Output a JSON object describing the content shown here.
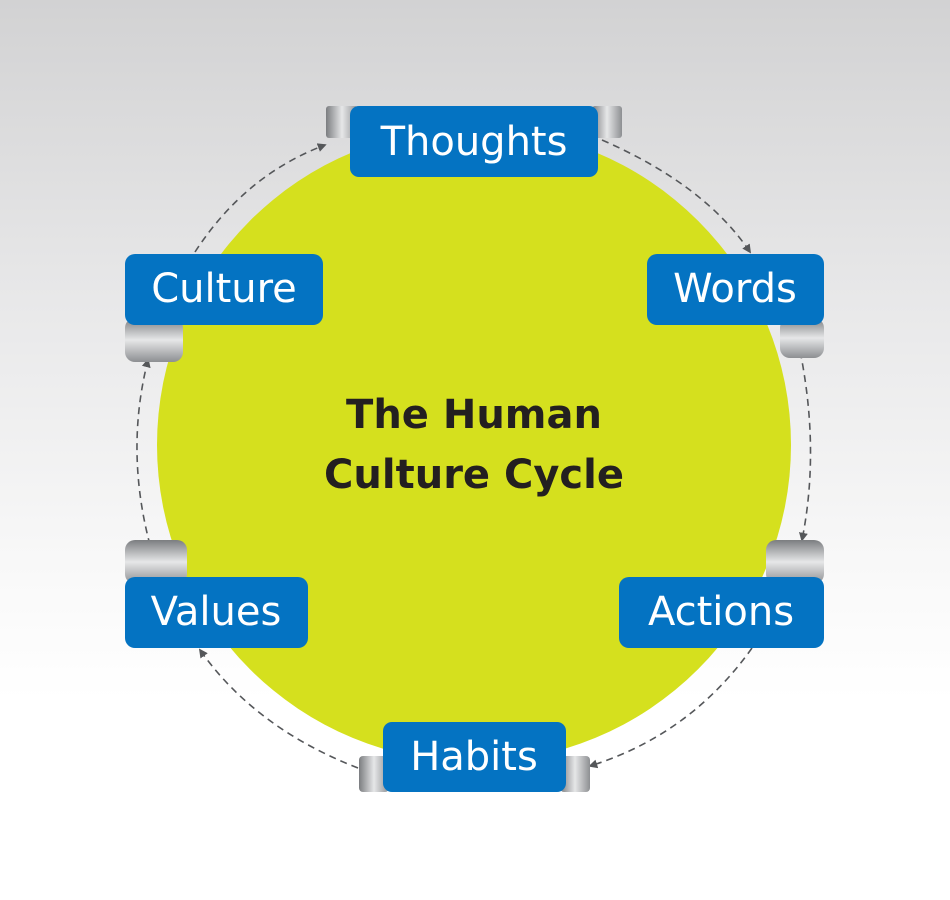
{
  "diagram": {
    "title_line1": "The Human",
    "title_line2": "Culture Cycle",
    "stages": [
      "Thoughts",
      "Words",
      "Actions",
      "Habits",
      "Values",
      "Culture"
    ],
    "colors": {
      "circle": "#d5e01e",
      "box": "#0473c2",
      "label": "#ffffff",
      "title": "#231f20",
      "tab": "#9ea0a3",
      "arrow": "#55575a"
    }
  }
}
